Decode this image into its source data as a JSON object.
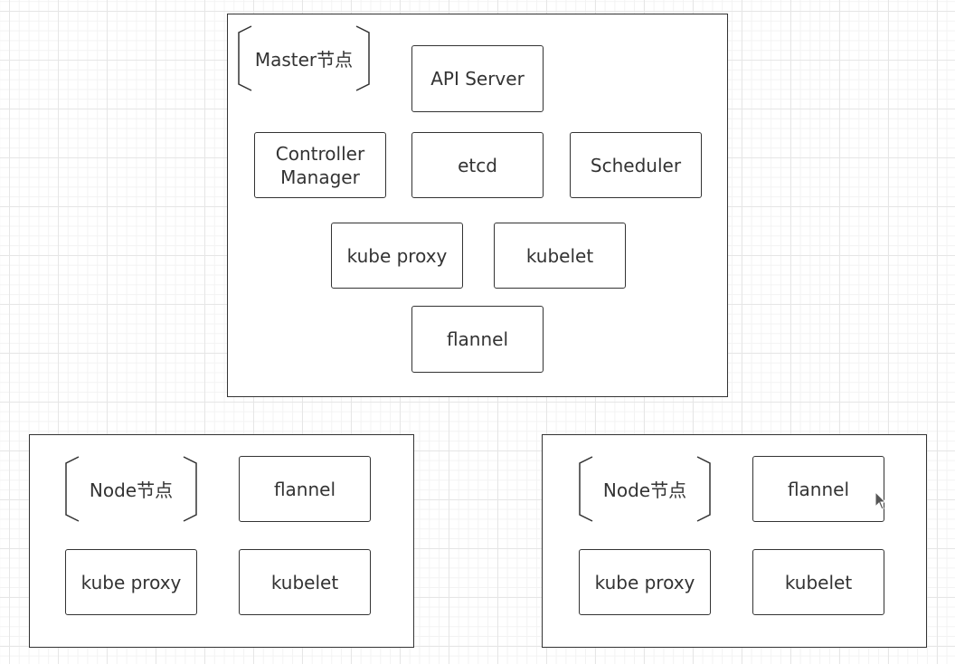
{
  "master": {
    "tag_label": "Master节点",
    "api_server": "API Server",
    "controller_manager_line1": "Controller",
    "controller_manager_line2": "Manager",
    "etcd": "etcd",
    "scheduler": "Scheduler",
    "kube_proxy": "kube proxy",
    "kubelet": "kubelet",
    "flannel": "flannel"
  },
  "nodes": [
    {
      "tag_label": "Node节点",
      "flannel": "flannel",
      "kube_proxy": "kube proxy",
      "kubelet": "kubelet"
    },
    {
      "tag_label": "Node节点",
      "flannel": "flannel",
      "kube_proxy": "kube proxy",
      "kubelet": "kubelet"
    }
  ]
}
